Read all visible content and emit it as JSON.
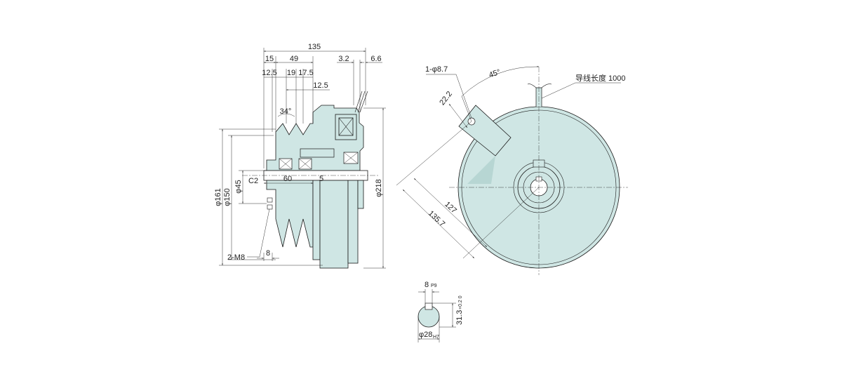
{
  "colors": {
    "body": "#cfe6e4",
    "line": "#1a1a1a",
    "text": "#222222"
  },
  "side_view": {
    "dims": {
      "total_length": "135",
      "d15": "15",
      "d49": "49",
      "d3_2": "3.2",
      "d6_6": "6.6",
      "d12_5_left": "12.5",
      "d19": "19",
      "d17_5": "17.5",
      "d12_5_right": "12.5",
      "angle34": "34°",
      "c2": "C2",
      "d60": "60",
      "d5": "5",
      "dia161": "φ161",
      "dia150": "φ150",
      "dia45": "φ45",
      "dia218": "φ218",
      "bolts": "2-M8",
      "d8": "8"
    }
  },
  "front_view": {
    "dims": {
      "hole": "1-φ8.7",
      "angle45": "45°",
      "d22_2": "22.2",
      "lead": "导线长度 1000",
      "r127": "127",
      "r135_7": "135.7"
    }
  },
  "shaft_detail": {
    "key_width": "8",
    "key_width_tol": "P9",
    "key_depth": "31.3",
    "key_depth_tol": "+0.2 0",
    "bore": "φ28",
    "bore_tol": "H7"
  }
}
